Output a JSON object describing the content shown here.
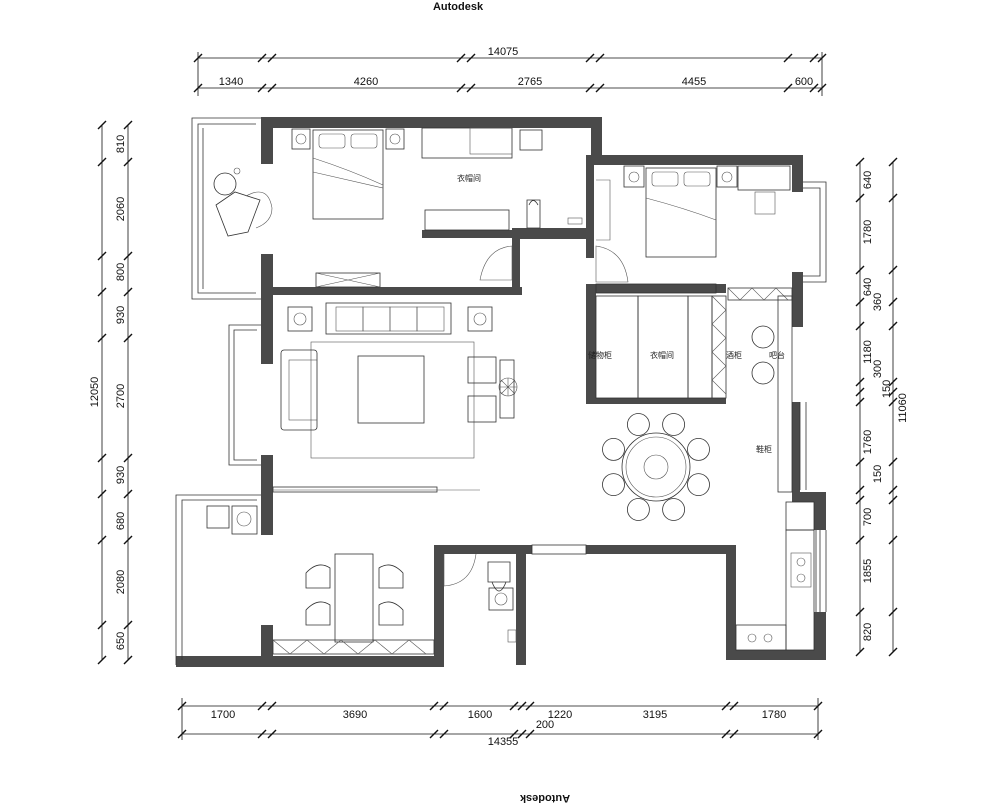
{
  "watermark": {
    "top": "Autodesk",
    "bottom": "Autodesk"
  },
  "dimensions": {
    "top_total": "14075",
    "top": [
      "1340",
      "4260",
      "2765",
      "4455",
      "600"
    ],
    "bottom_total": "14355",
    "bottom": [
      "1700",
      "3690",
      "1600",
      "1220",
      "3195",
      "1780"
    ],
    "bottom_extra": "200",
    "left_total": "12050",
    "left": [
      "810",
      "2060",
      "800",
      "930",
      "2700",
      "930",
      "680",
      "2080",
      "650"
    ],
    "right_total": "11060",
    "right": [
      "640",
      "1780",
      "640",
      "1180",
      "1760",
      "700",
      "1855",
      "820"
    ],
    "right_small": [
      "360",
      "300",
      "150",
      "150"
    ]
  },
  "rooms": {
    "closet_1": "衣帽间",
    "storage": "储物柜",
    "closet_2": "衣帽间",
    "wine": "酒柜",
    "bar": "吧台",
    "shoe": "鞋柜"
  }
}
